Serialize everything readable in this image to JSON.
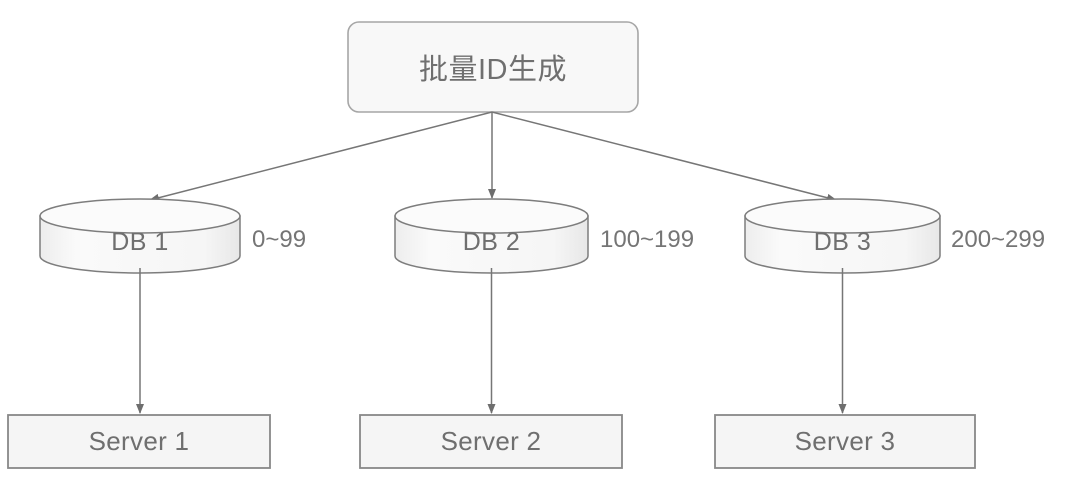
{
  "diagram": {
    "title_node": {
      "label": "批量ID生成",
      "shape": "rounded-rectangle"
    },
    "databases": [
      {
        "label": "DB 1",
        "range": "0~99",
        "shape": "cylinder"
      },
      {
        "label": "DB 2",
        "range": "100~199",
        "shape": "cylinder"
      },
      {
        "label": "DB 3",
        "range": "200~299",
        "shape": "cylinder"
      }
    ],
    "servers": [
      {
        "label": "Server 1",
        "shape": "rectangle"
      },
      {
        "label": "Server 2",
        "shape": "rectangle"
      },
      {
        "label": "Server 3",
        "shape": "rectangle"
      }
    ],
    "colors": {
      "background": "#ffffff",
      "node_fill": "#f7f7f7",
      "node_stroke": "#9a9a9a",
      "server_stroke": "#868686",
      "text": "#6f6f6f",
      "connector": "#767676"
    },
    "connectors": [
      {
        "from": "批量ID生成",
        "to": "DB 1",
        "arrow": "true"
      },
      {
        "from": "批量ID生成",
        "to": "DB 2",
        "arrow": "true"
      },
      {
        "from": "批量ID生成",
        "to": "DB 3",
        "arrow": "true"
      },
      {
        "from": "DB 1",
        "to": "Server 1",
        "arrow": "true"
      },
      {
        "from": "DB 2",
        "to": "Server 2",
        "arrow": "true"
      },
      {
        "from": "DB 3",
        "to": "Server 3",
        "arrow": "true"
      }
    ]
  }
}
